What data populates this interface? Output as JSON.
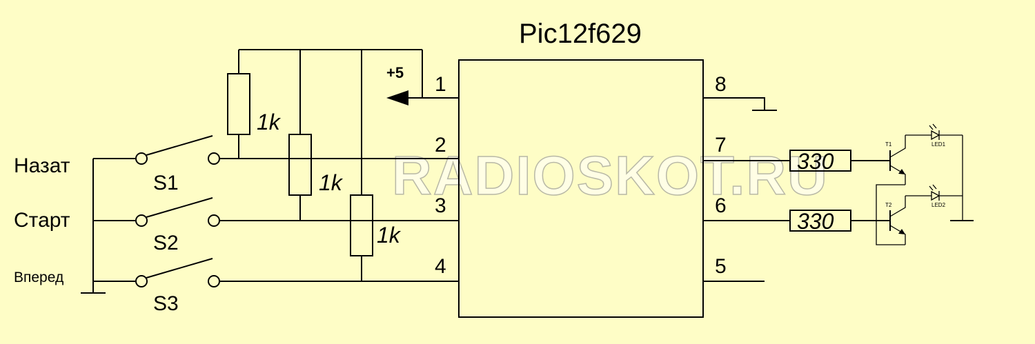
{
  "title": "Pic12f629",
  "supply_label": "+5",
  "watermark": "RADIOSKOT.RU",
  "inputs": [
    {
      "label": "Назат",
      "switch": "S1"
    },
    {
      "label": "Старт",
      "switch": "S2"
    },
    {
      "label": "Вперед",
      "switch": "S3"
    }
  ],
  "resistors": {
    "r1": "1k",
    "r2": "1k",
    "r3": "1k",
    "r4": "330",
    "r5": "330"
  },
  "pins": {
    "p1": "1",
    "p2": "2",
    "p3": "3",
    "p4": "4",
    "p5": "5",
    "p6": "6",
    "p7": "7",
    "p8": "8"
  },
  "outputs": {
    "t1": "T1",
    "t2": "T2",
    "led1": "LED1",
    "led2": "LED2"
  },
  "colors": {
    "background": "#FEFDC6",
    "ink": "#000000"
  }
}
